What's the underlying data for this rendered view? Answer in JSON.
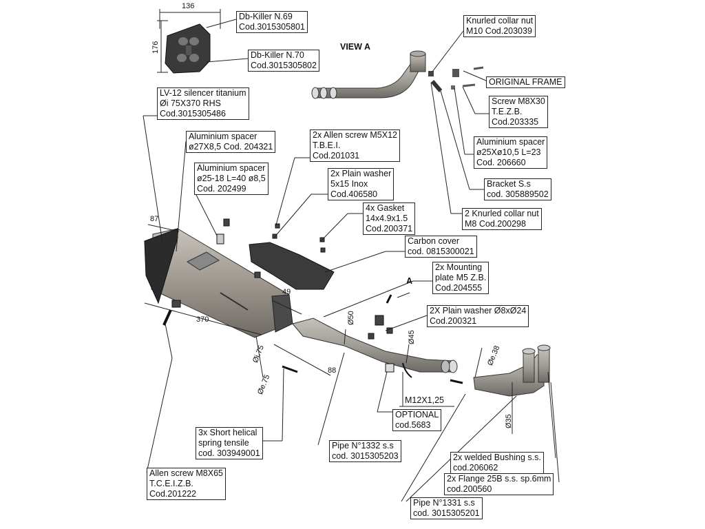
{
  "view_label": "VIEW A",
  "view_marker": "A",
  "callouts": {
    "dbk69": [
      "Db-Killer N.69",
      "Cod.3015305801"
    ],
    "dbk70": [
      "Db-Killer N.70",
      "Cod.3015305802"
    ],
    "knurl10": [
      "Knurled collar nut",
      "M10 Cod.203039"
    ],
    "frame": [
      "ORIGINAL FRAME"
    ],
    "screw_m8": [
      "Screw M8X30",
      "T.E.Z.B.",
      "Cod.203335"
    ],
    "spacer25": [
      "Aluminium spacer",
      "ø25Xø10,5 L=23",
      "Cod. 206660"
    ],
    "bracket": [
      "Bracket S.s",
      "cod. 305889502"
    ],
    "knurl8": [
      "2 Knurled collar nut",
      "M8 Cod.200298"
    ],
    "silencer": [
      "LV-12 silencer titanium",
      " Øi 75X370 RHS",
      "Cod.3015305486"
    ],
    "spacer27": [
      "Aluminium spacer",
      "ø27X8,5 Cod. 204321"
    ],
    "spacer2518": [
      "Aluminium spacer",
      "ø25-18 L=40  ø8,5",
      "Cod. 202499"
    ],
    "allen5": [
      "2x Allen screw M5X12",
      "T.B.E.I.",
      "Cod.201031"
    ],
    "washer5": [
      "2x Plain washer",
      "5x15 Inox",
      "Cod.406580"
    ],
    "gasket": [
      "4x Gasket",
      "14x4.9x1.5",
      "Cod.200371"
    ],
    "carbon": [
      "Carbon cover",
      "cod. 0815300021"
    ],
    "mounting": [
      "2x Mounting",
      "plate M5 Z.B.",
      "Cod.204555"
    ],
    "washer8": [
      "2X Plain washer  Ø8xØ24",
      "Cod.200321"
    ],
    "spring": [
      "3x Short helical",
      "spring tensile",
      "cod. 303949001"
    ],
    "allen8": [
      "Allen screw M8X65",
      "T.C.E.I.Z.B.",
      "Cod.201222"
    ],
    "pipe1332": [
      "Pipe N°1332 s.s",
      "cod. 3015305203"
    ],
    "optional": [
      "OPTIONAL",
      "cod.5683"
    ],
    "bushing": [
      "2x welded Bushing s.s.",
      "cod.206062"
    ],
    "flange": [
      "2x Flange 25B s.s. sp.6mm",
      "cod.200560"
    ],
    "pipe1331": [
      "Pipe N°1331 s.s",
      "cod. 3015305201"
    ]
  },
  "dimensions": {
    "w136": "136",
    "h176": "176",
    "d87": "87",
    "d370": "370",
    "d49": "49",
    "d50": "Ø50",
    "d45": "Ø45",
    "d38": "Øe.38",
    "d175": "Øi.75",
    "de75": "Øe.75",
    "d88": "88",
    "d35": "Ø35",
    "m12": "M12X1,25"
  }
}
